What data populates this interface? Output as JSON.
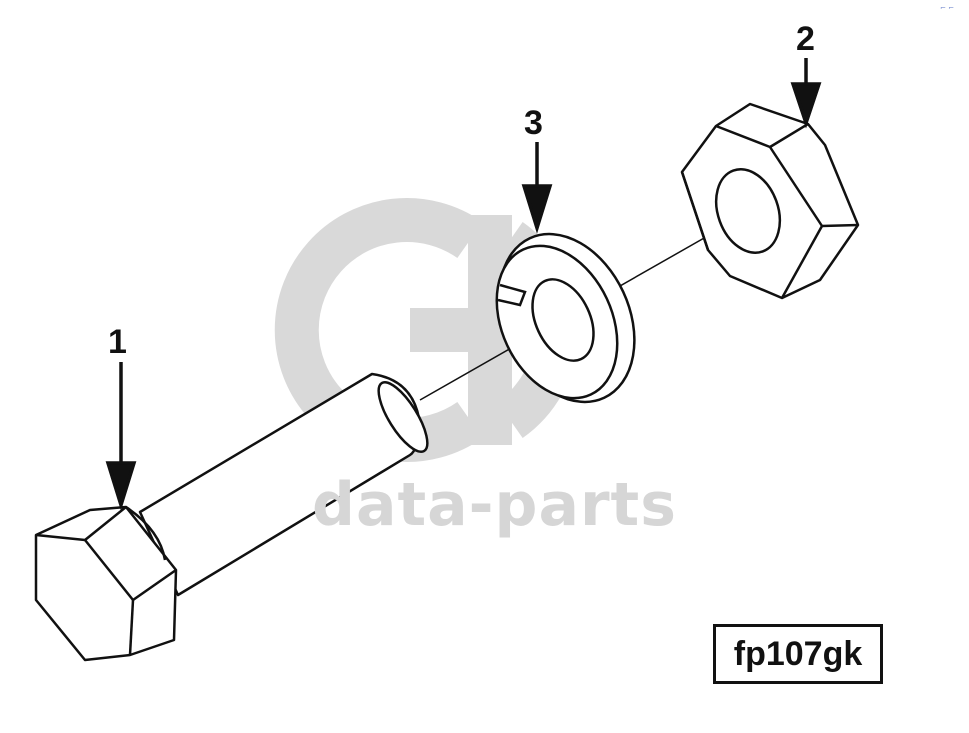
{
  "watermark": {
    "text": "data-parts",
    "color": "#d6d6d6"
  },
  "callouts": [
    {
      "id": "1",
      "part": "bolt"
    },
    {
      "id": "2",
      "part": "hex-nut"
    },
    {
      "id": "3",
      "part": "lock-washer"
    }
  ],
  "diagram_code": "fp107gk",
  "corner_mark": "⌐ ⌐"
}
